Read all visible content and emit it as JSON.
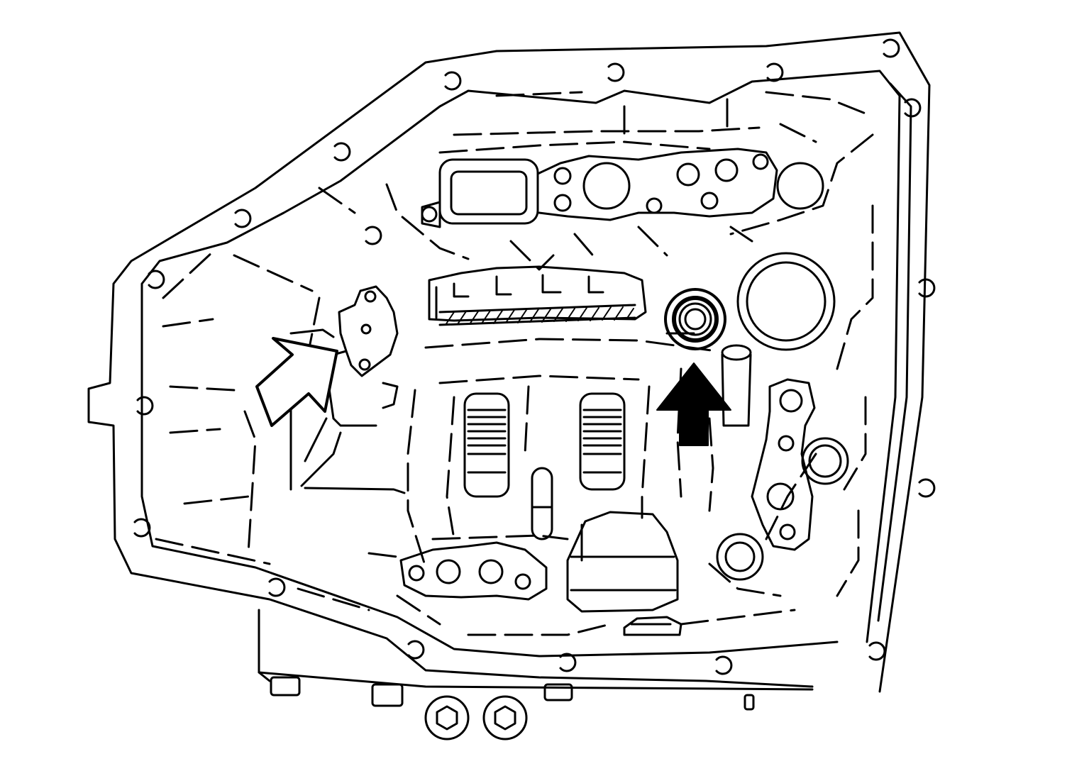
{
  "figure": {
    "kind": "line-art technical illustration",
    "stroke_color": "#000000",
    "background_color": "#ffffff",
    "callouts": [
      {
        "style": "outline-arrow",
        "points_to": "oil-strainer-mount",
        "direction": "up-right"
      },
      {
        "style": "solid-arrow",
        "points_to": "seal-ring",
        "direction": "up"
      }
    ]
  }
}
